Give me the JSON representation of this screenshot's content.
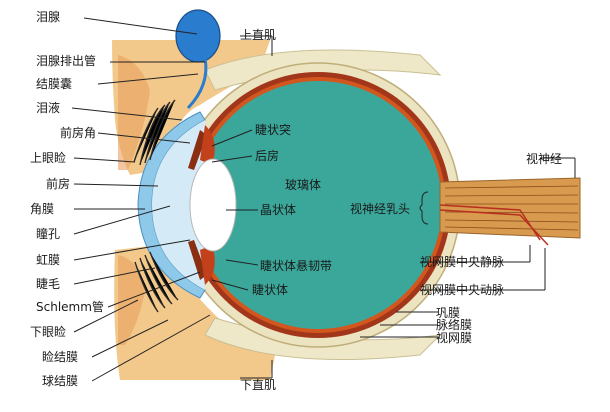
{
  "labels": {
    "lacrimal_gland": "泪腺",
    "lacrimal_duct": "泪腺排出管",
    "conjunctival_sac": "结膜囊",
    "tears": "泪液",
    "anterior_chamber_angle": "前房角",
    "upper_eyelid": "上眼睑",
    "anterior_chamber": "前房",
    "cornea": "角膜",
    "pupil": "瞳孔",
    "iris": "虹膜",
    "eyelash": "睫毛",
    "schlemm_canal": "Schlemm管",
    "lower_eyelid": "下眼睑",
    "palpebral_conjunctiva": "睑结膜",
    "bulbar_conjunctiva": "球结膜",
    "superior_rectus": "上直肌",
    "ciliary_process": "睫状突",
    "posterior_chamber": "后房",
    "vitreous_body": "玻璃体",
    "lens": "晶状体",
    "zonule": "睫状体悬韧带",
    "ciliary_body": "睫状体",
    "inferior_rectus": "下直肌",
    "optic_nerve": "视神经",
    "optic_papilla": "视神经乳头",
    "central_retinal_vein": "视网膜中央静脉",
    "central_retinal_artery": "视网膜中央动脉",
    "sclera": "巩膜",
    "choroid": "脉络膜",
    "retina": "视网膜"
  },
  "colors": {
    "vitreous": "#3aa79a",
    "retina": "#d2571e",
    "sclera": "#ece3c0",
    "lacrimal": "#2a7ccf",
    "skin": "#f3c98b",
    "lens": "#ffffff",
    "cornea": "#8ec9ea",
    "nerve": "#d89a4e"
  }
}
